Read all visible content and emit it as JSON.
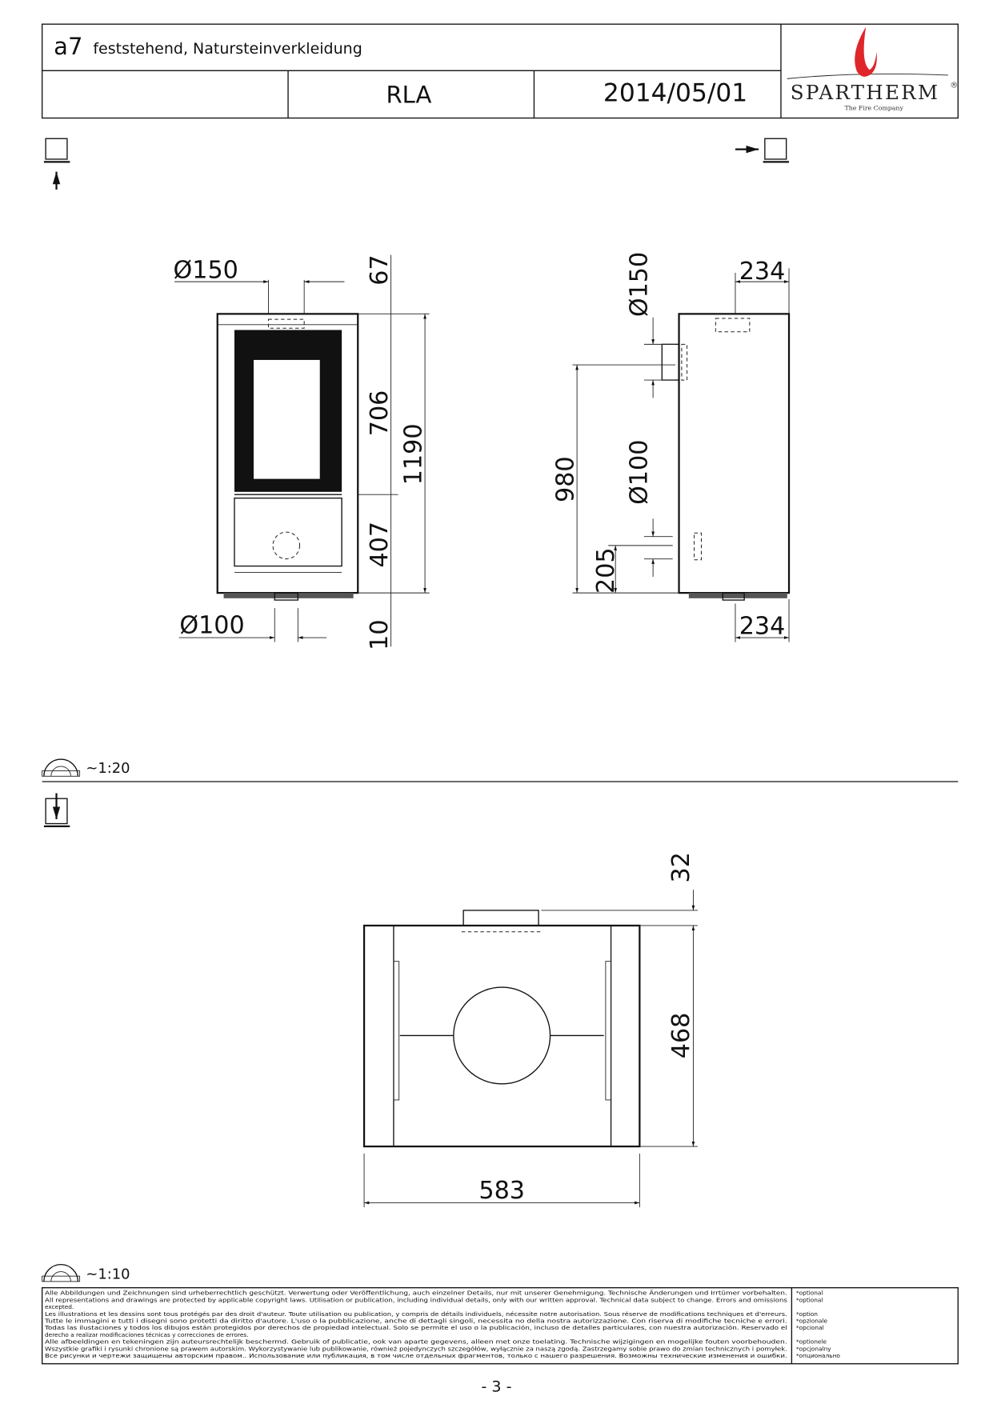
{
  "header": {
    "model": "a7",
    "description": "feststehend, Natursteinverkleidung",
    "code": "RLA",
    "date": "2014/05/01",
    "logo": {
      "name": "SPARTHERM",
      "tagline": "The Fire Company",
      "registered": "®",
      "flame_color": "#e0262b"
    }
  },
  "icons": {
    "front_view": "front-view-arrow-icon",
    "side_view": "side-view-arrow-icon",
    "top_view": "top-view-arrow-icon",
    "scale": "scale-protractor-icon"
  },
  "front_view": {
    "flue_top": "Ø150",
    "flue_bottom": "Ø100",
    "dims": [
      "67",
      "706",
      "407",
      "10",
      "1190"
    ]
  },
  "side_view": {
    "flue_top": "Ø150",
    "flue_rear": "Ø100",
    "height_top_flue": "980",
    "height_rear_flue": "205",
    "depth_top": "234",
    "depth_bottom": "234"
  },
  "scale_1": "~1:20",
  "top_view": {
    "dim_flue": "32",
    "depth": "468",
    "width": "583"
  },
  "scale_2": "~1:10",
  "footer": {
    "lines": [
      "Alle Abbildungen und Zeichnungen sind urheberrechtlich geschützt. Verwertung oder Veröffentlichung, auch einzelner Details, nur mit unserer Genehmigung. Technische Änderungen und Irrtümer vorbehalten.",
      "All representations and drawings are protected by applicable copyright laws. Utilisation or publication, including individual details, only with our written approval. Technical data subject to change. Errors and omissions",
      "excepted.",
      "Les illustrations et les dessins sont tous protégés par des droit d'auteur. Toute utilisation ou publication, y compris de détails individuels, nécessite notre autorisation. Sous réserve de modifications techniques et d'erreurs.",
      "Tutte le immagini e tutti i disegni sono protetti da diritto d'autore. L'uso o la pubblicazione, anche di dettagli singoli, necessita no della nostra autorizzazione. Con riserva di modifiche tecniche e errori.",
      "Todas las ilustaciones y todos los dibujos están protegidos por derechos de propiedad intelectual. Solo se permite el uso o la publicación, incluso de detalles particulares, con nuestra autorización. Reservado el",
      "derecho a realizar modificaciones técnicas y correcciones de errores.",
      "Alle afbeeldingen en tekeningen zijn auteursrechtelijk beschermd. Gebruik of publicatie, ook van aparte gegevens, alleen met onze toelating. Technische wijzigingen en mogelijke fouten voorbehouden.",
      "Wszystkie grafiki i rysunki chronione są prawem autorskim. Wykorzystywanie lub publikowanie, również pojedynczych szczegółów, wyłącznie za naszą zgodą. Zastrzegamy sobie prawo do zmian technicznych i pomyłek.",
      "Все рисунки и чертежи защищены авторским правом.. Использование или публикация, в том числе отдельных фрагментов, только с нашего разрешения. Возможны технические изменения и ошибки."
    ],
    "optional": [
      "*optional",
      "*optional",
      "",
      "*option",
      "*opzionale",
      "*opcional",
      "",
      "*optionele",
      "*opcjonalny",
      "*опционально"
    ]
  },
  "page_number": "- 3 -"
}
